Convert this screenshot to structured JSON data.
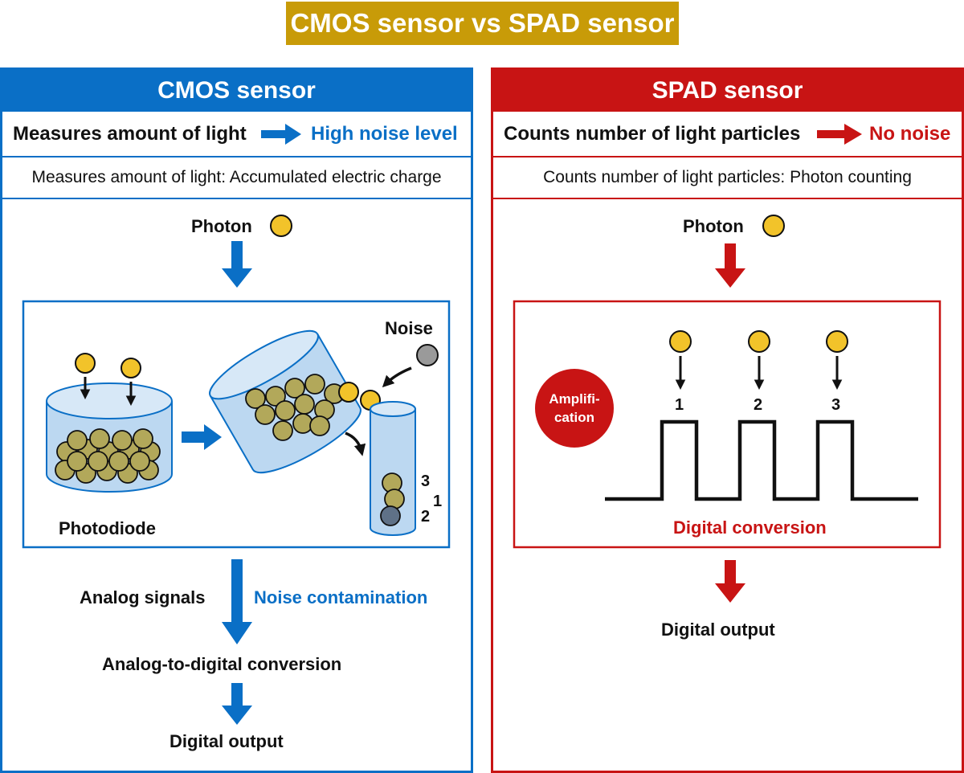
{
  "title": "CMOS sensor vs SPAD sensor",
  "cmos": {
    "header": "CMOS sensor",
    "summary_label": "Measures amount of light",
    "summary_result": "High noise level",
    "description": "Measures amount of light: Accumulated electric charge",
    "photon_label": "Photon",
    "noise_label": "Noise",
    "photodiode_label": "Photodiode",
    "count_labels": [
      "3",
      "1",
      "2"
    ],
    "analog_signals_label": "Analog signals",
    "noise_contamination_label": "Noise contamination",
    "adc_label": "Analog-to-digital conversion",
    "output_label": "Digital output"
  },
  "spad": {
    "header": "SPAD sensor",
    "summary_label": "Counts number of light particles",
    "summary_result": "No noise",
    "description": "Counts number of light particles: Photon counting",
    "photon_label": "Photon",
    "amplification_label_line1": "Amplifi-",
    "amplification_label_line2": "cation",
    "pulse_labels": [
      "1",
      "2",
      "3"
    ],
    "conversion_label": "Digital conversion",
    "output_label": "Digital output"
  },
  "colors": {
    "cmos_accent": "#0a6fc6",
    "spad_accent": "#c81414",
    "title_bg": "#c89b08",
    "photon": "#f2c32a",
    "particle": "#b2a85a",
    "noise_particle": "#9a9a9a"
  }
}
